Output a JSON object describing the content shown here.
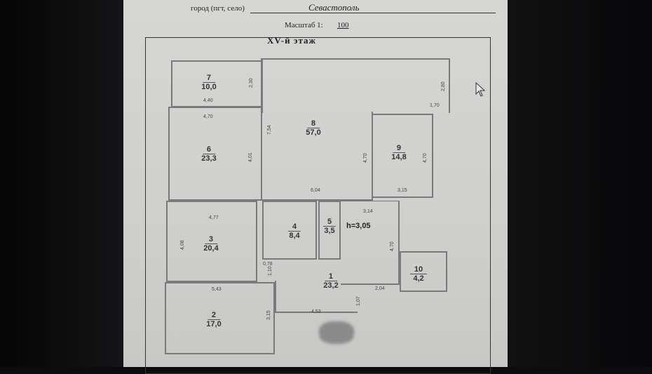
{
  "header": {
    "city_label": "город (пгт, село)",
    "city_value": "Севастополь",
    "scale_label": "Масштаб 1:",
    "scale_value": "100",
    "floor_title": "XV-й этаж"
  },
  "rooms": [
    {
      "number": "1",
      "area": "23,2"
    },
    {
      "number": "2",
      "area": "17,0"
    },
    {
      "number": "3",
      "area": "20,4"
    },
    {
      "number": "4",
      "area": "8,4"
    },
    {
      "number": "5",
      "area": "3,5"
    },
    {
      "number": "6",
      "area": "23,3"
    },
    {
      "number": "7",
      "area": "10,0"
    },
    {
      "number": "8",
      "area": "57,0"
    },
    {
      "number": "9",
      "area": "14,8"
    },
    {
      "number": "10",
      "area": "4,2"
    }
  ],
  "ceiling_height": "h=3,05",
  "dimensions": {
    "d440": "4,40",
    "d470": "4,70",
    "d230": "2,30",
    "d754": "7,54",
    "d401": "4,01",
    "d604": "6,04",
    "d470b": "4,70",
    "d470c": "4,70",
    "d315": "3,15",
    "d280": "2,80",
    "d170": "1,70",
    "d477": "4,77",
    "d408": "4,08",
    "d314": "3,14",
    "d470d": "4,70",
    "d078": "0,78",
    "d110": "1,10",
    "d543": "5,43",
    "d315b": "3,15",
    "d453": "4,53",
    "d107": "1,07",
    "d204": "2,04"
  }
}
